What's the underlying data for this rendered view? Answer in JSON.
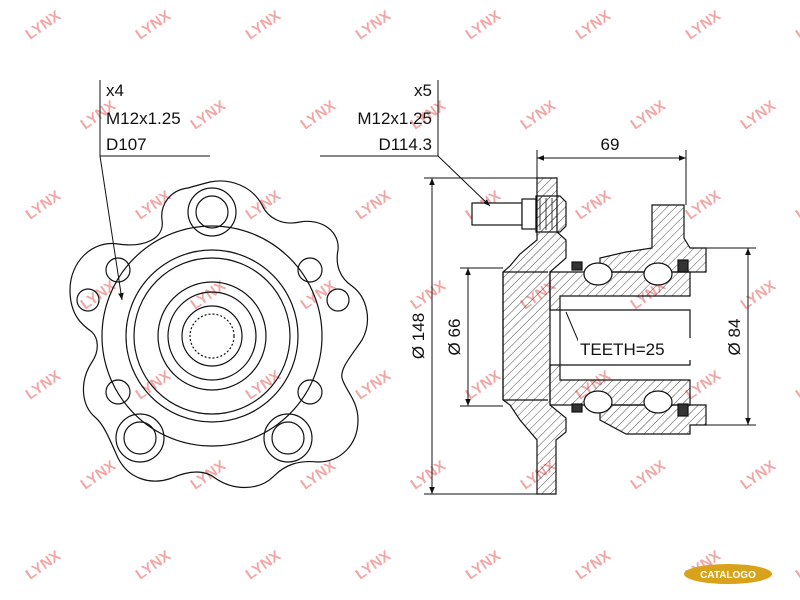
{
  "watermark": {
    "text": "LYNX",
    "color": "#f2a7a7"
  },
  "left_callout": {
    "count": "x4",
    "thread": "M12x1.25",
    "pcd": "D107"
  },
  "right_callout": {
    "count": "x5",
    "thread": "M12x1.25",
    "pcd": "D114.3"
  },
  "dims": {
    "width": "69",
    "flange_dia": "Ø 148",
    "pilot_dia": "Ø 66",
    "bearing_dia": "Ø 84",
    "teeth": "TEETH=25"
  },
  "logo": {
    "text": "CATALOGO"
  }
}
